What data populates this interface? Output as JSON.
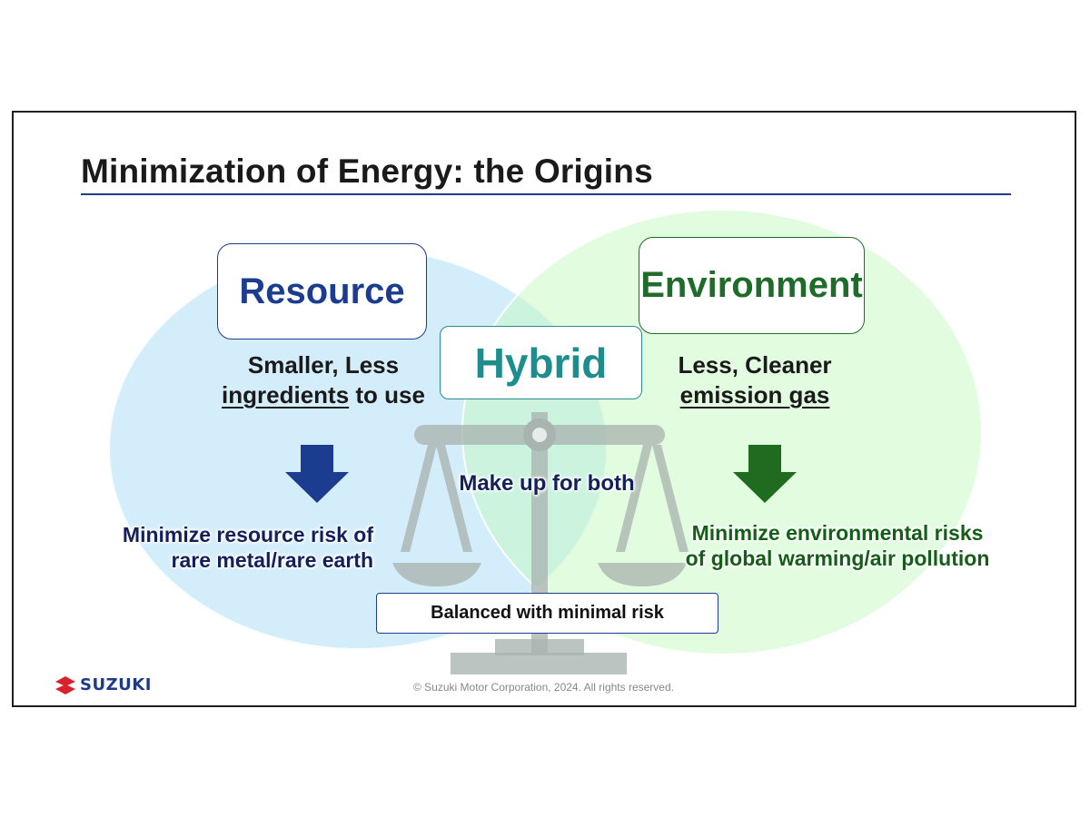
{
  "slide": {
    "title": "Minimization of Energy: the Origins",
    "resource": {
      "label": "Resource",
      "line1": "Smaller, Less",
      "line2_underlined": "ingredients",
      "line2_rest": " to use",
      "arrow_color": "#1c3d8f",
      "risk_line1": "Minimize resource risk of",
      "risk_line2": "rare metal/rare earth"
    },
    "environment": {
      "label": "Environment",
      "line1": "Less, Cleaner",
      "line2_underlined": "emission gas",
      "arrow_color": "#1f6b1f",
      "risk_line1": "Minimize environmental risks",
      "risk_line2": "of global warming/air pollution"
    },
    "hybrid": {
      "label": "Hybrid",
      "makeup": "Make up for both",
      "balanced": "Balanced with minimal risk"
    },
    "footer": {
      "logo_text": "SUZUKI",
      "copyright": "© Suzuki Motor Corporation, 2024. All rights reserved."
    }
  },
  "colors": {
    "title_rule": "#1f3b8a",
    "resource_circle": "#aadcf8",
    "environment_circle": "#c3f8be",
    "scale": "#a9b4b0",
    "logo_red": "#d8232a"
  }
}
